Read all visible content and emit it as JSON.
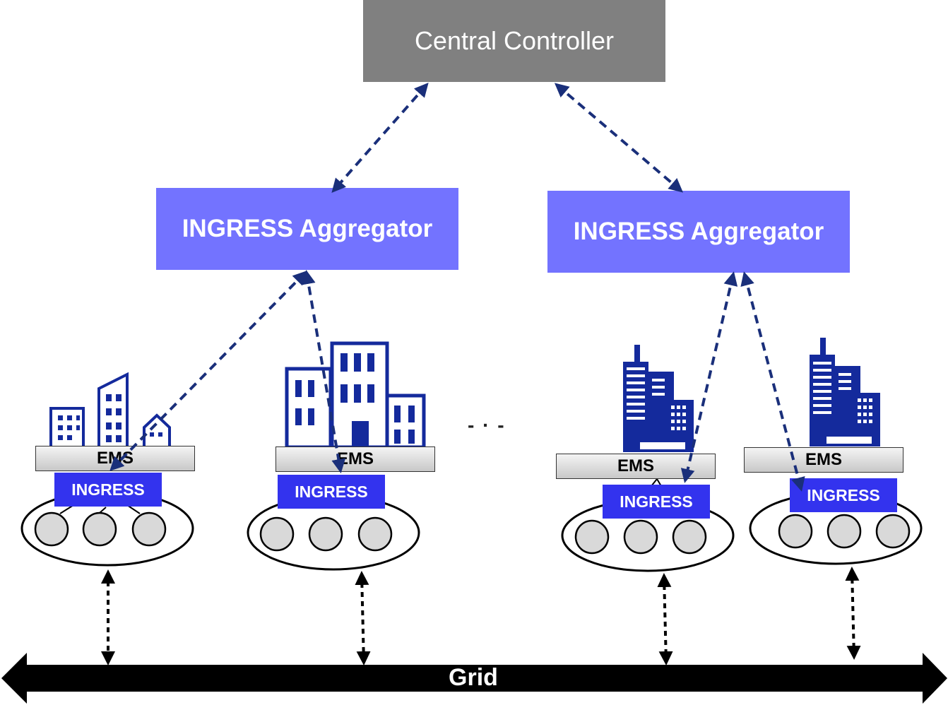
{
  "central_controller": {
    "label": "Central Controller"
  },
  "aggregators": [
    {
      "label": "INGRESS Aggregator"
    },
    {
      "label": "INGRESS Aggregator"
    }
  ],
  "sites": [
    {
      "ems_label": "EMS",
      "ingress_label": "INGRESS",
      "device_count": 3
    },
    {
      "ems_label": "EMS",
      "ingress_label": "INGRESS",
      "device_count": 3
    },
    {
      "ems_label": "EMS",
      "ingress_label": "INGRESS",
      "device_count": 3
    },
    {
      "ems_label": "EMS",
      "ingress_label": "INGRESS",
      "device_count": 3
    }
  ],
  "ellipsis": "- · -",
  "grid": {
    "label": "Grid"
  },
  "colors": {
    "central": "#808080",
    "aggregator": "#7373ff",
    "ingress": "#3333ee",
    "building": "#142a9c",
    "link": "#1a2f7a",
    "grid": "#000000",
    "device": "#d9d9d9"
  }
}
